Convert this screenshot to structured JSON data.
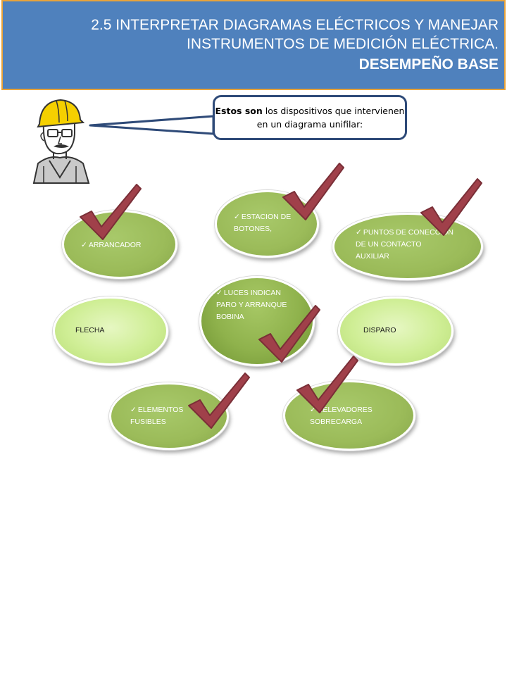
{
  "header": {
    "title": "2.5 INTERPRETAR DIAGRAMAS ELÉCTRICOS Y MANEJAR INSTRUMENTOS DE MEDICIÓN ELÉCTRICA.",
    "subtitle": "DESEMPEÑO BASE"
  },
  "callout": {
    "lead": "Estos son",
    "text": " los dispositivos que intervienen en un diagrama unifilar:"
  },
  "items": {
    "arrancador": "ARRANCADOR",
    "estacion": "ESTACION DE BOTONES,",
    "puntos": "PUNTOS DE CONECCION DE UN CONTACTO AUXILIAR",
    "luces": "LUCES INDICAN PARO Y ARRANQUE BOBINA",
    "flecha": "FLECHA",
    "disparo": "DISPARO",
    "elementos": "ELEMENTOS FUSIBLES",
    "relevadores": "RELEVADORES SOBRECARGA"
  },
  "colors": {
    "banner": "#4f81bd",
    "banner_border": "#e8a33a",
    "ellipse_green": "#9bbb59",
    "ellipse_light": "#cfee95",
    "checkmark": "#a0404a"
  },
  "icons": {
    "worker": "construction-worker-icon",
    "check": "checkmark-icon"
  }
}
